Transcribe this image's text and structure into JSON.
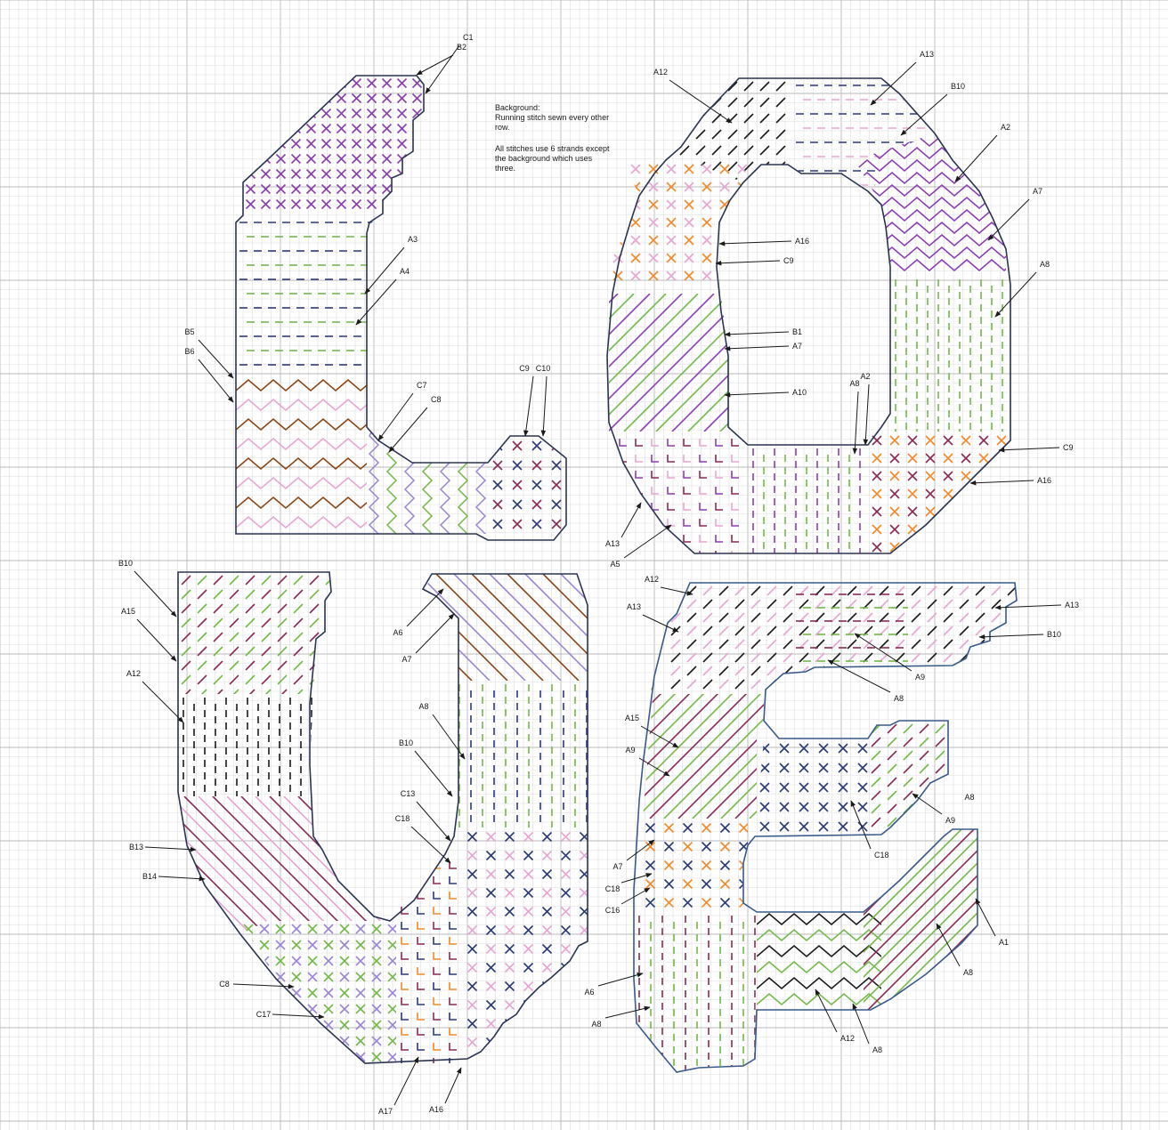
{
  "notes": {
    "background": "Background:\nRunning stitch sewn every other row.",
    "strands": "All stitches use 6 strands except the background which uses three."
  },
  "colors": {
    "outline": "#2b3552",
    "outline_blue": "#3a5a8a",
    "purple": "#8a3fb0",
    "lavender": "#9b86d6",
    "green": "#74b84a",
    "navy": "#2b3a78",
    "brown": "#8a4514",
    "pink": "#e7a6d2",
    "orange": "#f08a2a",
    "black": "#1a1a1a",
    "maroon": "#8a2a55"
  },
  "letters": {
    "L": {
      "labels": [
        "B2",
        "C1",
        "A3",
        "A4",
        "B5",
        "B6",
        "C7",
        "C8",
        "C9",
        "C10"
      ]
    },
    "O": {
      "labels": [
        "A12",
        "A13",
        "B10",
        "A2",
        "A7",
        "A8",
        "A16",
        "C9",
        "B1",
        "A7",
        "A10",
        "A8",
        "A2",
        "C9",
        "A16",
        "A13",
        "A5"
      ]
    },
    "V": {
      "labels": [
        "B10",
        "A15",
        "A12",
        "A6",
        "A7",
        "A8",
        "B10",
        "C13",
        "C18",
        "B13",
        "B14",
        "C8",
        "C17",
        "A17",
        "A16"
      ]
    },
    "E": {
      "labels": [
        "A12",
        "A13",
        "A13",
        "B10",
        "A9",
        "A8",
        "A15",
        "A9",
        "C18",
        "A8",
        "A9",
        "A7",
        "C18",
        "C16",
        "A1",
        "A8",
        "A6",
        "A8",
        "A12",
        "A8"
      ]
    }
  }
}
